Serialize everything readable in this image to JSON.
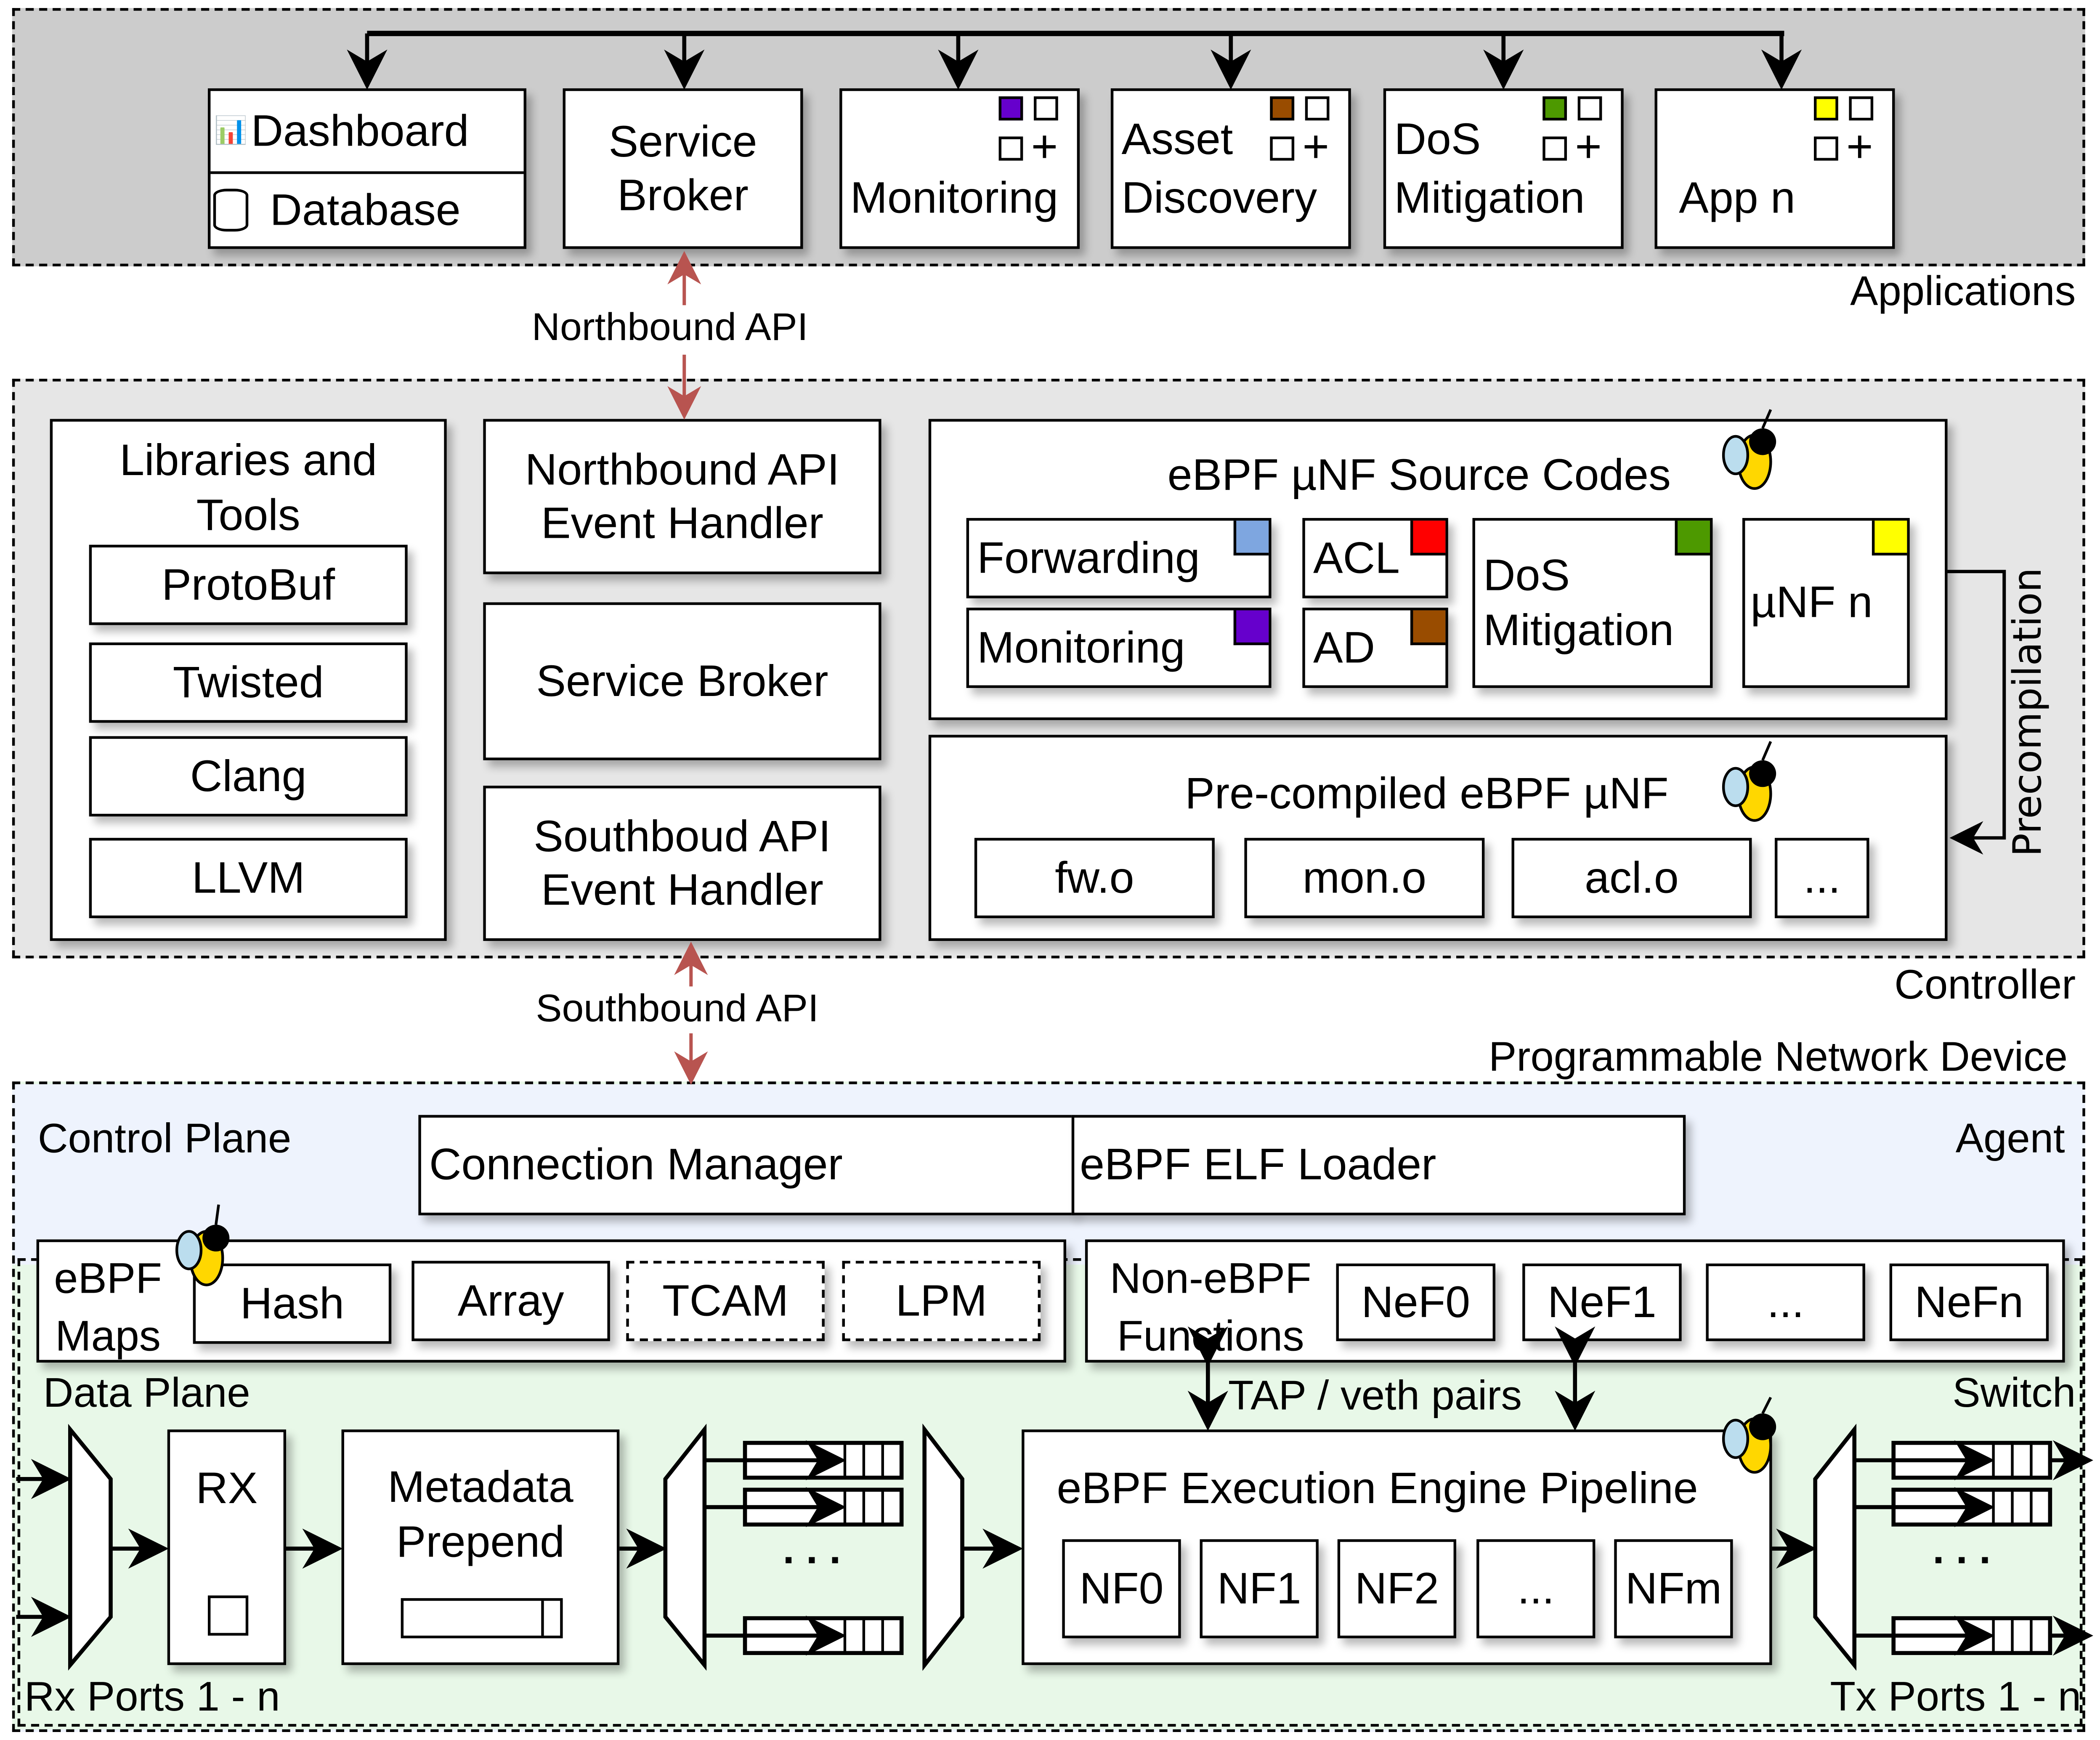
{
  "colors": {
    "applications_bg": "#cccccc",
    "controller_bg": "#e6e6e6",
    "control_plane_bg": "#eef3fd",
    "data_plane_bg": "#e8f8e8",
    "api_arrow": "#b85450",
    "monitoring": "#6600cc",
    "asset_discovery": "#994c00",
    "dos": "#4d9900",
    "app_n": "#ffff00",
    "forwarding": "#7ea6e0",
    "acl": "#ff0000"
  },
  "applications": {
    "label": "Applications",
    "dashboard": "Dashboard",
    "database": "Database",
    "service_broker": "Service\nBroker",
    "monitoring": "Monitoring",
    "asset": "Asset",
    "discovery": "Discovery",
    "dos": "DoS",
    "mitigation": "Mitigation",
    "app_n": "App n"
  },
  "northbound_api": "Northbound API",
  "southbound_api": "Southbound API",
  "controller": {
    "label": "Controller",
    "libraries_title": "Libraries and Tools",
    "libraries": [
      "ProtoBuf",
      "Twisted",
      "Clang",
      "LLVM"
    ],
    "nb_handler": "Northbound API Event Handler",
    "service_broker": "Service Broker",
    "sb_handler": "Southboud API Event Handler",
    "source_title": "eBPF µNF Source Codes",
    "sources": [
      "Forwarding",
      "Monitoring",
      "ACL",
      "AD",
      "DoS Mitigation",
      "µNF n"
    ],
    "precompiled_title": "Pre-compiled eBPF µNF",
    "objects": [
      "fw.o",
      "mon.o",
      "acl.o",
      "..."
    ],
    "precompilation": "Precompilation"
  },
  "device": {
    "label": "Programmable Network Device",
    "control_plane": "Control Plane",
    "agent": "Agent",
    "connection_manager": "Connection Manager",
    "elf_loader": "eBPF ELF Loader",
    "maps_label": "eBPF Maps",
    "maps": [
      "Hash",
      "Array",
      "TCAM",
      "LPM"
    ],
    "non_ebpf_label": "Non-eBPF Functions",
    "nefs": [
      "NeF0",
      "NeF1",
      "...",
      "NeFn"
    ],
    "tap": "TAP / veth pairs",
    "data_plane": "Data Plane",
    "switch": "Switch",
    "rx": "RX",
    "metadata": "Metadata Prepend",
    "engine_title": "eBPF Execution Engine Pipeline",
    "nfs": [
      "NF0",
      "NF1",
      "NF2",
      "...",
      "NFm"
    ],
    "rx_ports": "Rx Ports 1 - n",
    "tx_ports": "Tx Ports 1 - n",
    "dots": ". . ."
  }
}
